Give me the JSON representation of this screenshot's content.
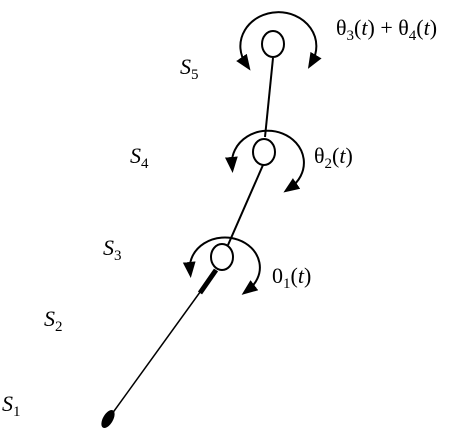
{
  "segments": [
    {
      "id": "S1",
      "letter": "S",
      "sub": "1"
    },
    {
      "id": "S2",
      "letter": "S",
      "sub": "2"
    },
    {
      "id": "S3",
      "letter": "S",
      "sub": "3"
    },
    {
      "id": "S4",
      "letter": "S",
      "sub": "4"
    },
    {
      "id": "S5",
      "letter": "S",
      "sub": "5"
    }
  ],
  "angles": {
    "joint1": {
      "sym": "0",
      "sub": "1",
      "arg": "(",
      "var": "t",
      "close": ")"
    },
    "joint2": {
      "sym": "θ",
      "sub": "2",
      "arg": "(",
      "var": "t",
      "close": ")"
    },
    "joint3": {
      "sym_a": "θ",
      "sub_a": "3",
      "open_a": "(",
      "var_a": "t",
      "close_a": ")",
      "plus": " + ",
      "sym_b": "θ",
      "sub_b": "4",
      "open_b": "(",
      "var_b": "t",
      "close_b": ")"
    }
  },
  "colors": {
    "ink": "#000000",
    "background": "#ffffff"
  }
}
